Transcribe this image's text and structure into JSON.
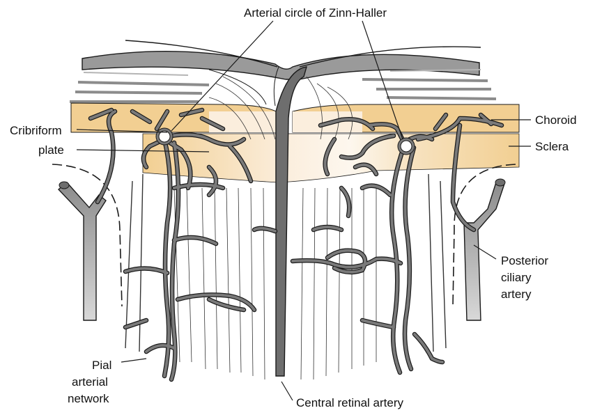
{
  "labels": {
    "arterial_circle": "Arterial circle of Zinn-Haller",
    "choroid": "Choroid",
    "cribriform_line1": "Cribriform",
    "cribriform_line2": "plate",
    "sclera": "Sclera",
    "posterior_line1": "Posterior",
    "posterior_line2": "ciliary",
    "posterior_line3": "artery",
    "pial_line1": "Pial",
    "pial_line2": "arterial",
    "pial_line3": "network",
    "central_retinal_artery": "Central retinal artery"
  },
  "colors": {
    "band": "#f2cf92",
    "vessel_fill": "#7a7a7a",
    "outline": "#1a1a1a",
    "label": "#111111"
  }
}
